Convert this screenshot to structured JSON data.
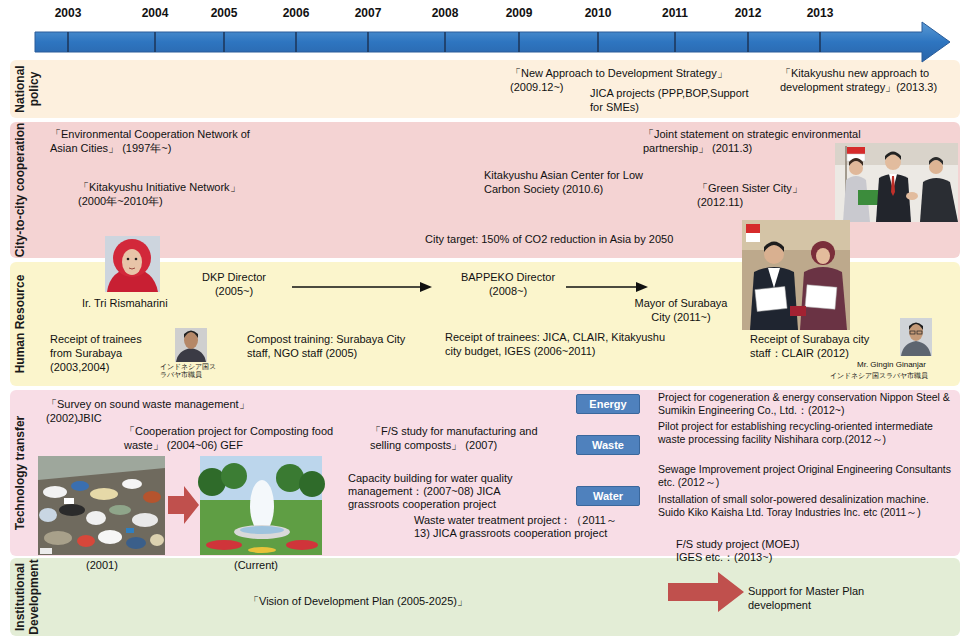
{
  "diagram": {
    "nodes": [
      {
        "text": [
          "National policy"
        ]
      },
      {
        "text": [
          "City-to-city cooperation"
        ]
      },
      {
        "text": [
          "Human Resource"
        ]
      },
      {
        "text": [
          "Technology transfer"
        ]
      },
      {
        "text": [
          "Institutional Development"
        ]
      },
      {
        "text": [
          "Energy"
        ],
        "in": 3
      },
      {
        "text": [
          "Waste"
        ],
        "in": 3
      },
      {
        "text": [
          "Water"
        ],
        "in": 3
      }
    ],
    "labels": [
      "2003",
      "2004",
      "2005",
      "2006",
      "2007",
      "2008",
      "2009",
      "2010",
      "2011",
      "2012",
      "2013",
      "「New Approach to Development Strategy」 (2009.12~)",
      "JICA projects (PPP,BOP,Support for SMEs)",
      "「Kitakyushu new approach to development strategy」(2013.3)",
      "「Environmental Cooperation Network of Asian Cities」 (1997年~)",
      "「Kitakyushu Initiative Network」 (2000年~2010年)",
      "Kitakyushu Asian Center for Low Carbon Society (2010.6)",
      "「Joint statement on strategic environmental partnership」 (2011.3)",
      "「Green Sister City」 (2012.11)",
      "City target: 150% of CO2 reduction in Asia by 2050",
      "Ir. Tri Rismaharini",
      "DKP Director (2005~)",
      "BAPPEKO Director (2008~)",
      "Mayor of Surabaya City (2011~)",
      "Receipt of trainees from Surabaya (2003,2004)",
      "インドネシア国スラバヤ市職員",
      "Compost training: Surabaya City staff, NGO staff (2005)",
      "Receipt of trainees: JICA, CLAIR, Kitakyushu city budget, IGES (2006~2011)",
      "Receipt of Surabaya city staff：CLAIR (2012)",
      "Mr. Gingin Ginanjar",
      "インドネシア国スラバヤ市職員",
      "「Survey on sound waste management」 (2002)JBIC",
      "「Cooperation project for Composting food waste」 (2004~06) GEF",
      "「F/S study for manufacturing and selling composts」 (2007)",
      "Capacity building for water quality management：(2007~08) JICA grassroots cooperation project",
      "Waste water treatment project：（2011～13) JICA grassroots cooperation project",
      "Project for cogeneration & energy conservation Nippon Steel & Sumikin Engineering Co., Ltd.：(2012~)",
      "Pilot project for establishing recycling-oriented intermediate waste processing facility Nishihara corp.(2012～)",
      "Sewage Improvement project Original Engineering Consultants etc. (2012～)",
      "Installation of small solor-powered desalinization machine. Suido Kiko Kaisha Ltd. Toray Industries Inc. etc (2011～)",
      "(2001)",
      "(Current)",
      "F/S study project (MOEJ) IGES etc.：(2013~)",
      "「Vision of Development Plan (2005-2025)」",
      "Support for Master Plan development"
    ]
  }
}
